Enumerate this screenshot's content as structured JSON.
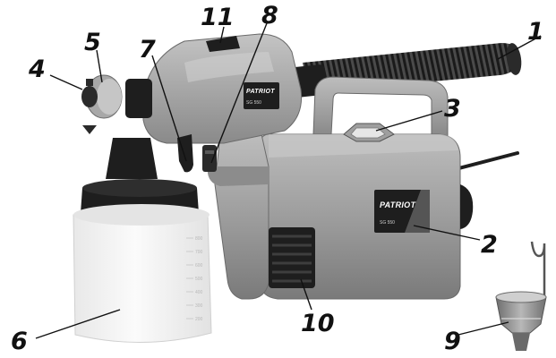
{
  "colors": {
    "body": "#9a9a9a",
    "body_light": "#b6b6b6",
    "body_dark": "#6e6e6e",
    "black": "#1e1e1e",
    "container": "#f4f4f4",
    "leader": "#111111"
  },
  "brand_label": "PATRIOT",
  "brand_label_small": "PATRIOT",
  "model_label": "SG 550",
  "model_label_small": "SG 550",
  "container_scale": [
    "800",
    "700",
    "600",
    "500",
    "400",
    "300",
    "200"
  ],
  "callouts": [
    {
      "id": "1",
      "label": "1",
      "part": "air-hose"
    },
    {
      "id": "2",
      "label": "2",
      "part": "motor-housing"
    },
    {
      "id": "3",
      "label": "3",
      "part": "top-latch"
    },
    {
      "id": "4",
      "label": "4",
      "part": "nozzle-tip"
    },
    {
      "id": "5",
      "label": "5",
      "part": "nozzle-ring"
    },
    {
      "id": "6",
      "label": "6",
      "part": "paint-container"
    },
    {
      "id": "7",
      "label": "7",
      "part": "trigger"
    },
    {
      "id": "8",
      "label": "8",
      "part": "flow-regulator"
    },
    {
      "id": "9",
      "label": "9",
      "part": "viscosity-cup"
    },
    {
      "id": "10",
      "label": "10",
      "part": "air-vent"
    },
    {
      "id": "11",
      "label": "11",
      "part": "spray-gun-top"
    }
  ]
}
